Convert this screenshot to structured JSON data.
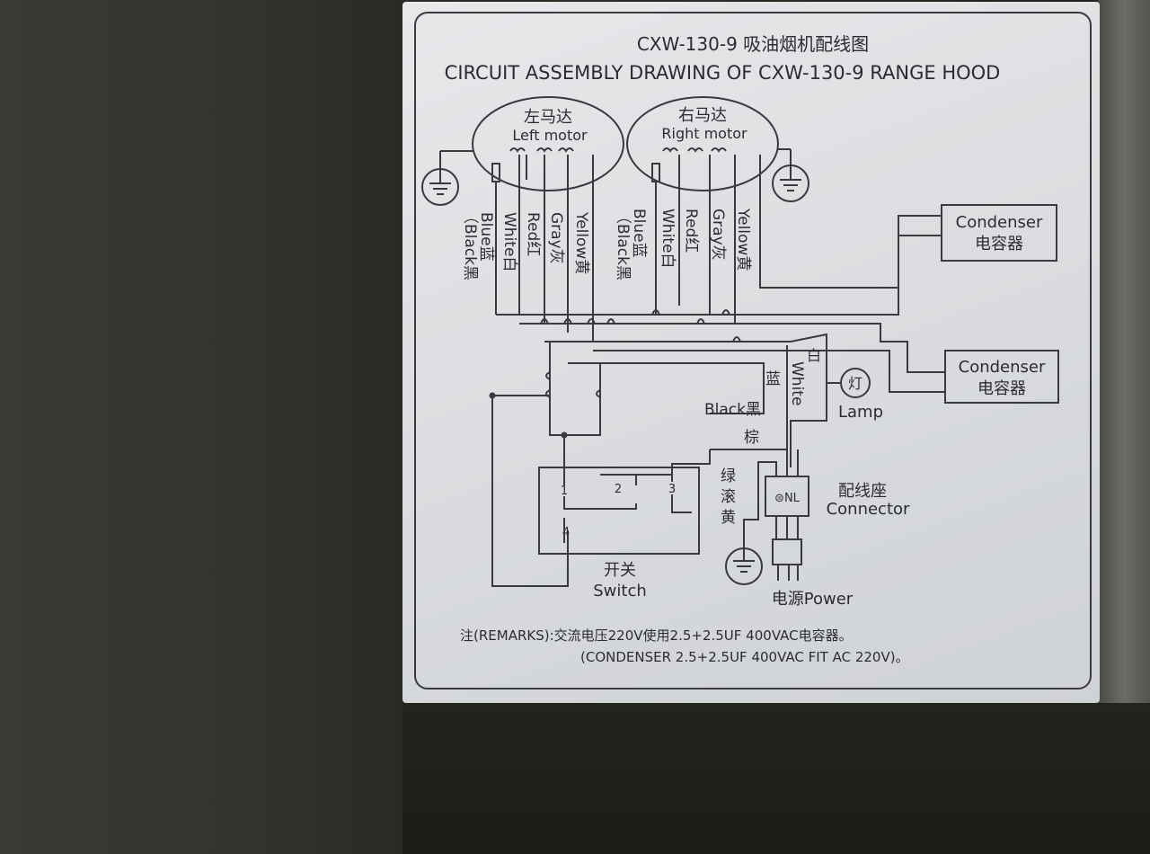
{
  "title_cn": "CXW-130-9 吸油烟机配线图",
  "title_en": "CIRCUIT ASSEMBLY DRAWING OF CXW-130-9 RANGE HOOD",
  "left_motor": {
    "cn": "左马达",
    "en": "Left motor"
  },
  "right_motor": {
    "cn": "右马达",
    "en": "Right motor"
  },
  "wires_left": [
    "（Black黑",
    "Blue蓝",
    "White白",
    "Red红",
    "Gray灰",
    "Yellow黄"
  ],
  "wires_right": [
    "（Black黑",
    "Blue蓝",
    "White白",
    "Red红",
    "Gray灰",
    "Yellow黄"
  ],
  "condenser_top": {
    "en": "Condenser",
    "cn": "电容器"
  },
  "condenser_mid": {
    "en": "Condenser",
    "cn": "电容器"
  },
  "lamp": {
    "cn": "灯",
    "en": "Lamp"
  },
  "lamp_wire_blue": "蓝",
  "lamp_wire_white": "White",
  "lamp_wire_white_cn": "白",
  "black_label": "Black黑",
  "brown_label": "棕",
  "green_yellow_label": [
    "绿",
    "滚",
    "黄"
  ],
  "connector": {
    "cn": "配线座",
    "en": "Connector",
    "terminals": "⊜NL"
  },
  "switch": {
    "cn": "开关",
    "en": "Switch",
    "terminals": [
      "1",
      "2",
      "3",
      "4"
    ]
  },
  "power": "电源Power",
  "remarks_cn": "注(REMARKS):交流电压220V使用2.5+2.5UF 400VAC电容器。",
  "remarks_en": "(CONDENSER  2.5+2.5UF 400VAC  FIT  AC 220V)。"
}
